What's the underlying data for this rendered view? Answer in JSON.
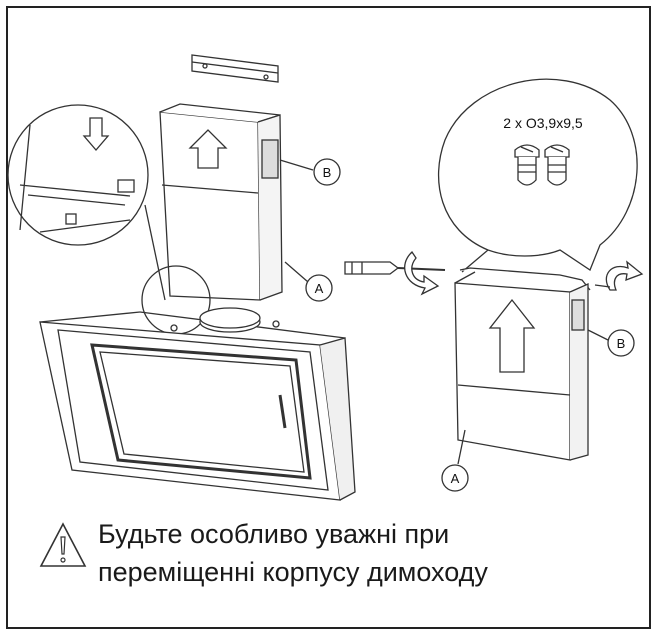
{
  "labels": {
    "a_left": "A",
    "b_left": "B",
    "a_right": "A",
    "b_right": "B"
  },
  "screw_spec": "2 x O3,9x9,5",
  "warning": {
    "line1": "Будьте особливо уважні при",
    "line2": "переміщенні корпусу димоходу"
  },
  "icons": {
    "warning": "warning-triangle-icon",
    "screwdriver": "screwdriver-icon",
    "rotate": "rotate-arrow-icon",
    "up_arrow": "up-arrow-icon",
    "down_arrow": "down-arrow-icon",
    "screw": "screw-icon"
  }
}
